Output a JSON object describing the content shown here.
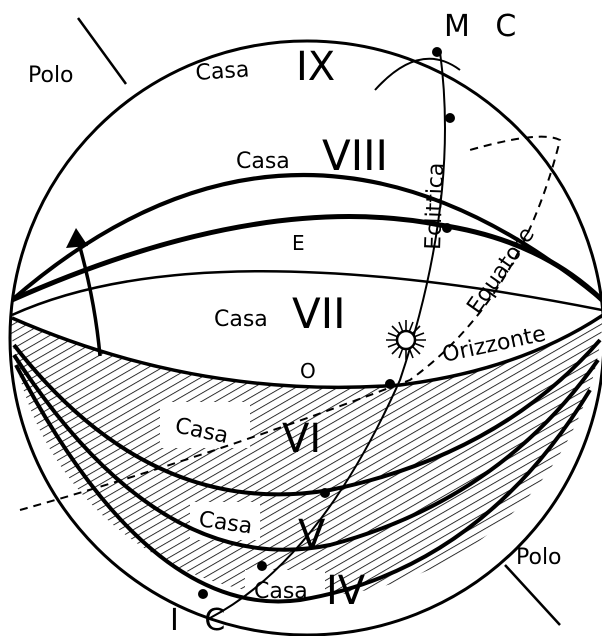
{
  "labels": {
    "mc": "M C",
    "ic": "I C",
    "pole_top": "Polo",
    "pole_bottom": "Polo",
    "east": "E",
    "west": "O",
    "ecliptic": "Eclittica",
    "equator": "Equatore",
    "horizon": "Orizzonte"
  },
  "houses": [
    {
      "word": "Casa",
      "numeral": "IX"
    },
    {
      "word": "Casa",
      "numeral": "VIII"
    },
    {
      "word": "Casa",
      "numeral": "VII"
    },
    {
      "word": "Casa",
      "numeral": "VI"
    },
    {
      "word": "Casa",
      "numeral": "V"
    },
    {
      "word": "Casa",
      "numeral": "IV"
    }
  ],
  "colors": {
    "ink": "#000000",
    "paper": "#ffffff"
  },
  "icons": [
    "sun-icon",
    "rotation-arrow-icon"
  ]
}
